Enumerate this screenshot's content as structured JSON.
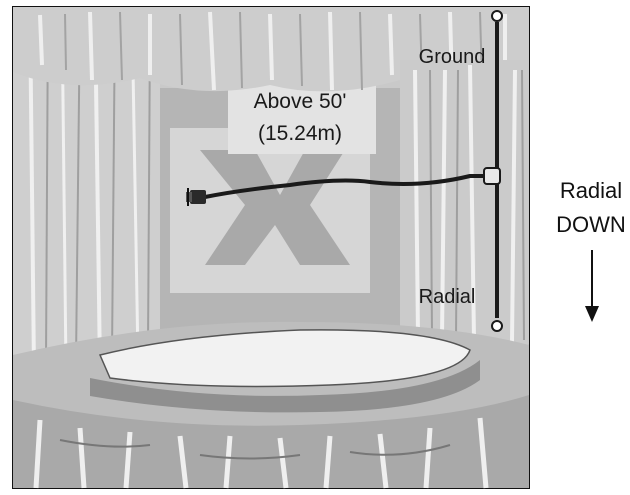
{
  "labels": {
    "height_line1": "Above 50'",
    "height_line2": "(15.24m)",
    "ground": "Ground",
    "radial": "Radial",
    "direction_line1": "Radial",
    "direction_line2": "DOWN"
  },
  "icons": {
    "arrow": "arrow-down-icon",
    "connector": "bnc-connector-icon"
  },
  "colors": {
    "background": "#ffffff",
    "curtain": "#c4c4c4",
    "curtain_dark": "#9a9a9a",
    "stage": "#a8a8a8",
    "cable": "#1a1a1a"
  }
}
